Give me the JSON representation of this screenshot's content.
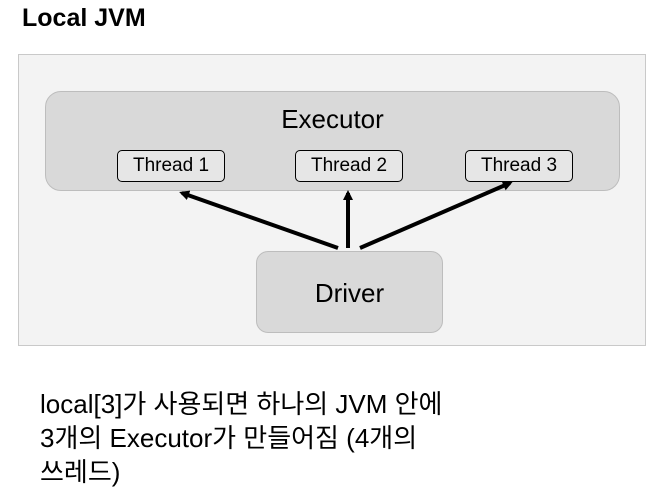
{
  "title": "Local JVM",
  "diagram": {
    "executor_label": "Executor",
    "threads": [
      "Thread 1",
      "Thread 2",
      "Thread 3"
    ],
    "driver_label": "Driver"
  },
  "caption": {
    "lines": [
      "local[3]가 사용되면 하나의 JVM 안에",
      "3개의 Executor가 만들어짐 (4개의",
      "쓰레드)"
    ]
  }
}
